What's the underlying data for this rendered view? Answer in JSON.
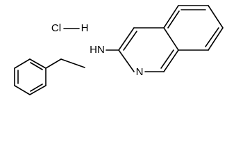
{
  "molecule": {
    "salt": {
      "cl_label": "Cl",
      "h_label": "H"
    },
    "amine_label": "HN",
    "ring_nitrogen_label": "N"
  },
  "colors": {
    "bond": "#000000",
    "background": "#ffffff"
  }
}
